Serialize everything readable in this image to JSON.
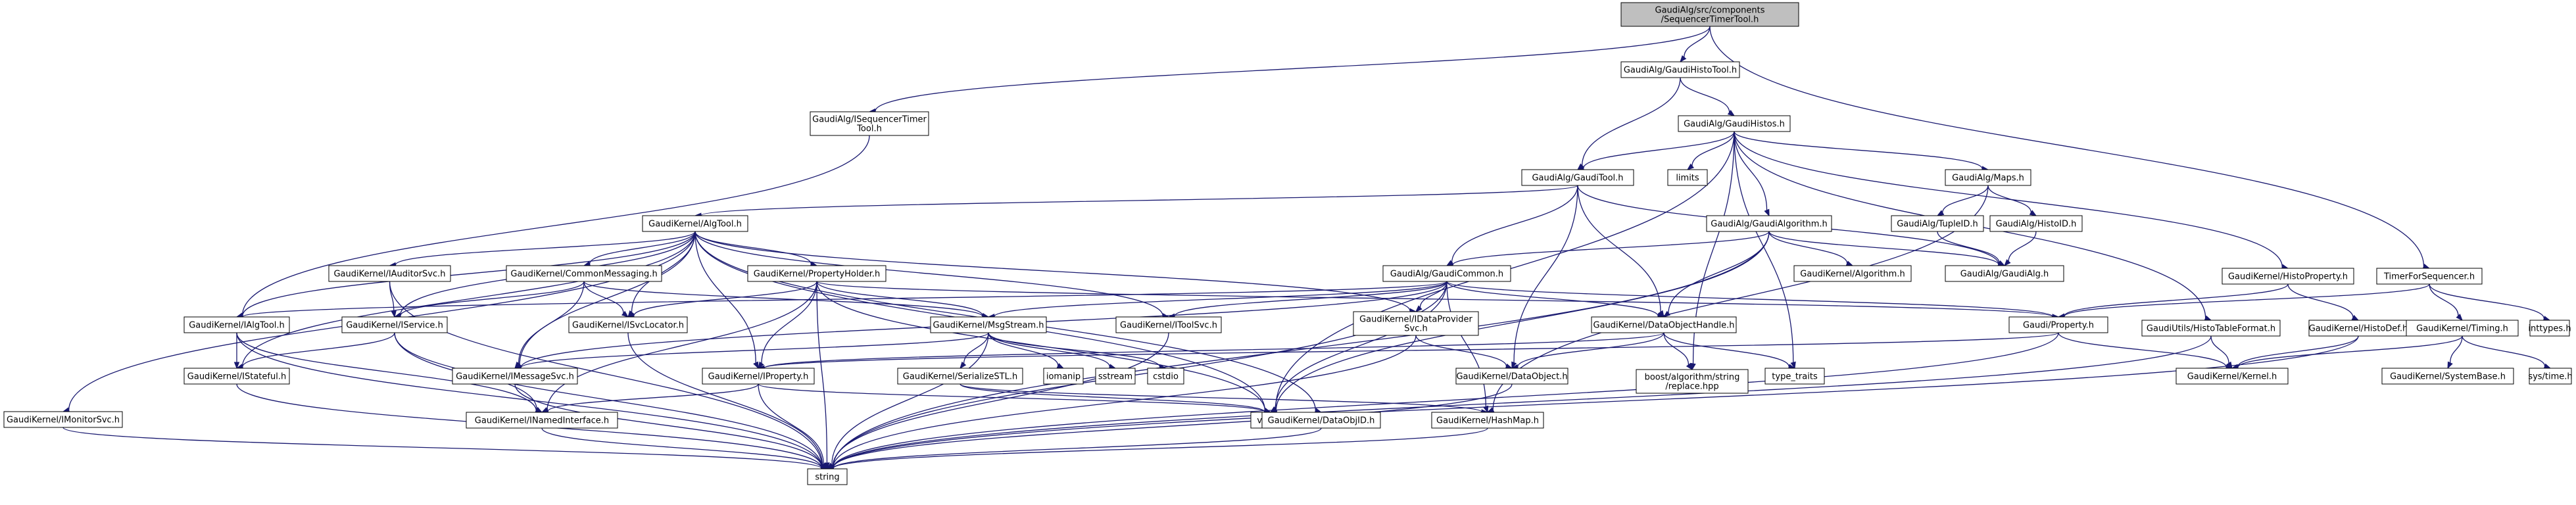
{
  "colors": {
    "root_fill": "#bfbfbf",
    "normal_border": "#000000",
    "missing_border": "#ff0000",
    "missing_text": "#000000",
    "edge": "#191970",
    "background": "#ffffff"
  },
  "nodes": [
    {
      "id": "root",
      "lines": [
        "GaudiAlg/src/components",
        "/SequencerTimerTool.h"
      ],
      "kind": "root"
    },
    {
      "id": "histotool",
      "lines": [
        "GaudiAlg/GaudiHistoTool.h"
      ],
      "kind": "normal"
    },
    {
      "id": "isequencer",
      "lines": [
        "GaudiAlg/ISequencerTimer",
        "Tool.h"
      ],
      "kind": "normal"
    },
    {
      "id": "timerforseq",
      "lines": [
        "TimerForSequencer.h"
      ],
      "kind": "normal"
    },
    {
      "id": "histos",
      "lines": [
        "GaudiAlg/GaudiHistos.h"
      ],
      "kind": "normal"
    },
    {
      "id": "gauditool",
      "lines": [
        "GaudiAlg/GaudiTool.h"
      ],
      "kind": "normal"
    },
    {
      "id": "limits",
      "lines": [
        "limits"
      ],
      "kind": "system"
    },
    {
      "id": "maps",
      "lines": [
        "GaudiAlg/Maps.h"
      ],
      "kind": "normal"
    },
    {
      "id": "algtool",
      "lines": [
        "GaudiKernel/AlgTool.h"
      ],
      "kind": "missing"
    },
    {
      "id": "gaudialgorithm",
      "lines": [
        "GaudiAlg/GaudiAlgorithm.h"
      ],
      "kind": "normal"
    },
    {
      "id": "tupleid",
      "lines": [
        "GaudiAlg/TupleID.h"
      ],
      "kind": "missing"
    },
    {
      "id": "histoid",
      "lines": [
        "GaudiAlg/HistoID.h"
      ],
      "kind": "missing"
    },
    {
      "id": "gaudialg",
      "lines": [
        "GaudiAlg/GaudiAlg.h"
      ],
      "kind": "normal"
    },
    {
      "id": "histoproperty",
      "lines": [
        "GaudiKernel/HistoProperty.h"
      ],
      "kind": "normal"
    },
    {
      "id": "algorithm",
      "lines": [
        "GaudiKernel/Algorithm.h"
      ],
      "kind": "missing"
    },
    {
      "id": "iauditorsvc",
      "lines": [
        "GaudiKernel/IAuditorSvc.h"
      ],
      "kind": "missing"
    },
    {
      "id": "commonmessaging",
      "lines": [
        "GaudiKernel/CommonMessaging.h"
      ],
      "kind": "missing"
    },
    {
      "id": "propertyholder",
      "lines": [
        "GaudiKernel/PropertyHolder.h"
      ],
      "kind": "missing"
    },
    {
      "id": "gaudicommon",
      "lines": [
        "GaudiAlg/GaudiCommon.h"
      ],
      "kind": "missing"
    },
    {
      "id": "histodef",
      "lines": [
        "GaudiKernel/HistoDef.h"
      ],
      "kind": "missing"
    },
    {
      "id": "ialgtool",
      "lines": [
        "GaudiKernel/IAlgTool.h"
      ],
      "kind": "normal"
    },
    {
      "id": "iservice",
      "lines": [
        "GaudiKernel/IService.h"
      ],
      "kind": "normal"
    },
    {
      "id": "isvclocator",
      "lines": [
        "GaudiKernel/ISvcLocator.h"
      ],
      "kind": "missing"
    },
    {
      "id": "msgstream",
      "lines": [
        "GaudiKernel/MsgStream.h"
      ],
      "kind": "normal"
    },
    {
      "id": "itoolsvc",
      "lines": [
        "GaudiKernel/IToolSvc.h"
      ],
      "kind": "missing"
    },
    {
      "id": "idataprovider",
      "lines": [
        "GaudiKernel/IDataProvider",
        "Svc.h"
      ],
      "kind": "missing"
    },
    {
      "id": "dataobjecthandle",
      "lines": [
        "GaudiKernel/DataObjectHandle.h"
      ],
      "kind": "missing"
    },
    {
      "id": "histotableformat",
      "lines": [
        "GaudiUtils/HistoTableFormat.h"
      ],
      "kind": "normal"
    },
    {
      "id": "gaudiproperty",
      "lines": [
        "Gaudi/Property.h"
      ],
      "kind": "missing"
    },
    {
      "id": "timing",
      "lines": [
        "GaudiKernel/Timing.h"
      ],
      "kind": "normal"
    },
    {
      "id": "inttypes",
      "lines": [
        "inttypes.h"
      ],
      "kind": "system"
    },
    {
      "id": "imonitorsvc",
      "lines": [
        "GaudiKernel/IMonitorSvc.h"
      ],
      "kind": "missing"
    },
    {
      "id": "istateful",
      "lines": [
        "GaudiKernel/IStateful.h"
      ],
      "kind": "missing"
    },
    {
      "id": "imessagesvc",
      "lines": [
        "GaudiKernel/IMessageSvc.h"
      ],
      "kind": "missing"
    },
    {
      "id": "iproperty",
      "lines": [
        "GaudiKernel/IProperty.h"
      ],
      "kind": "missing"
    },
    {
      "id": "serializestl",
      "lines": [
        "GaudiKernel/SerializeSTL.h"
      ],
      "kind": "missing"
    },
    {
      "id": "iomanip",
      "lines": [
        "iomanip"
      ],
      "kind": "system"
    },
    {
      "id": "sstream",
      "lines": [
        "sstream"
      ],
      "kind": "system"
    },
    {
      "id": "cstdio",
      "lines": [
        "cstdio"
      ],
      "kind": "system"
    },
    {
      "id": "dataobject",
      "lines": [
        "GaudiKernel/DataObject.h"
      ],
      "kind": "missing"
    },
    {
      "id": "boostreplace",
      "lines": [
        "boost/algorithm/string",
        "/replace.hpp"
      ],
      "kind": "system"
    },
    {
      "id": "typetraits",
      "lines": [
        "type_traits"
      ],
      "kind": "system"
    },
    {
      "id": "kernel",
      "lines": [
        "GaudiKernel/Kernel.h"
      ],
      "kind": "normal"
    },
    {
      "id": "systembase",
      "lines": [
        "GaudiKernel/SystemBase.h"
      ],
      "kind": "normal"
    },
    {
      "id": "systime",
      "lines": [
        "sys/time.h"
      ],
      "kind": "system"
    },
    {
      "id": "inamedinterface",
      "lines": [
        "GaudiKernel/INamedInterface.h"
      ],
      "kind": "missing"
    },
    {
      "id": "vector",
      "lines": [
        "vector"
      ],
      "kind": "system"
    },
    {
      "id": "dataobjid",
      "lines": [
        "GaudiKernel/DataObjID.h"
      ],
      "kind": "missing"
    },
    {
      "id": "hashmap",
      "lines": [
        "GaudiKernel/HashMap.h"
      ],
      "kind": "missing"
    },
    {
      "id": "string",
      "lines": [
        "string"
      ],
      "kind": "system"
    }
  ],
  "edges": [
    [
      "root",
      "histotool"
    ],
    [
      "root",
      "isequencer"
    ],
    [
      "root",
      "timerforseq"
    ],
    [
      "histotool",
      "histos"
    ],
    [
      "histotool",
      "gauditool"
    ],
    [
      "isequencer",
      "ialgtool"
    ],
    [
      "timerforseq",
      "gaudiproperty"
    ],
    [
      "timerforseq",
      "timing"
    ],
    [
      "timerforseq",
      "inttypes"
    ],
    [
      "histos",
      "limits"
    ],
    [
      "histos",
      "gauditool"
    ],
    [
      "histos",
      "maps"
    ],
    [
      "histos",
      "gaudialgorithm"
    ],
    [
      "histos",
      "histoproperty"
    ],
    [
      "histos",
      "histotableformat"
    ],
    [
      "histos",
      "boostreplace"
    ],
    [
      "histos",
      "typetraits"
    ],
    [
      "histos",
      "vector"
    ],
    [
      "gauditool",
      "algtool"
    ],
    [
      "gauditool",
      "gaudicommon"
    ],
    [
      "gauditool",
      "gaudialg"
    ],
    [
      "gauditool",
      "dataobjecthandle"
    ],
    [
      "gauditool",
      "dataobject"
    ],
    [
      "maps",
      "tupleid"
    ],
    [
      "maps",
      "histoid"
    ],
    [
      "maps",
      "hashmap"
    ],
    [
      "tupleid",
      "gaudialg"
    ],
    [
      "histoid",
      "gaudialg"
    ],
    [
      "gaudialgorithm",
      "gaudicommon"
    ],
    [
      "gaudialgorithm",
      "algorithm"
    ],
    [
      "gaudialgorithm",
      "gaudialg"
    ],
    [
      "gaudialgorithm",
      "dataobjecthandle"
    ],
    [
      "gaudialgorithm",
      "vector"
    ],
    [
      "gaudialgorithm",
      "string"
    ],
    [
      "histoproperty",
      "histodef"
    ],
    [
      "histoproperty",
      "gaudiproperty"
    ],
    [
      "histodef",
      "kernel"
    ],
    [
      "histodef",
      "string"
    ],
    [
      "algtool",
      "imonitorsvc"
    ],
    [
      "algtool",
      "iauditorsvc"
    ],
    [
      "algtool",
      "commonmessaging"
    ],
    [
      "algtool",
      "propertyholder"
    ],
    [
      "algtool",
      "ialgtool"
    ],
    [
      "algtool",
      "iservice"
    ],
    [
      "algtool",
      "isvclocator"
    ],
    [
      "algtool",
      "itoolsvc"
    ],
    [
      "algtool",
      "idataprovider"
    ],
    [
      "algtool",
      "iproperty"
    ],
    [
      "algtool",
      "istateful"
    ],
    [
      "algtool",
      "imessagesvc"
    ],
    [
      "algtool",
      "dataobjid"
    ],
    [
      "algtool",
      "vector"
    ],
    [
      "gaudicommon",
      "ialgtool"
    ],
    [
      "gaudicommon",
      "imessagesvc"
    ],
    [
      "gaudicommon",
      "idataprovider"
    ],
    [
      "gaudicommon",
      "itoolsvc"
    ],
    [
      "gaudicommon",
      "dataobjecthandle"
    ],
    [
      "gaudicommon",
      "msgstream"
    ],
    [
      "gaudicommon",
      "hashmap"
    ],
    [
      "gaudicommon",
      "vector"
    ],
    [
      "gaudicommon",
      "string"
    ],
    [
      "gaudicommon",
      "gaudiproperty"
    ],
    [
      "iauditorsvc",
      "iservice"
    ],
    [
      "iauditorsvc",
      "string"
    ],
    [
      "commonmessaging",
      "imessagesvc"
    ],
    [
      "commonmessaging",
      "msgstream"
    ],
    [
      "commonmessaging",
      "isvclocator"
    ],
    [
      "commonmessaging",
      "iservice"
    ],
    [
      "propertyholder",
      "msgstream"
    ],
    [
      "propertyholder",
      "iproperty"
    ],
    [
      "propertyholder",
      "inamedinterface"
    ],
    [
      "propertyholder",
      "isvclocator"
    ],
    [
      "propertyholder",
      "gaudiproperty"
    ],
    [
      "propertyholder",
      "vector"
    ],
    [
      "propertyholder",
      "string"
    ],
    [
      "ialgtool",
      "istateful"
    ],
    [
      "ialgtool",
      "inamedinterface"
    ],
    [
      "ialgtool",
      "string"
    ],
    [
      "iservice",
      "istateful"
    ],
    [
      "iservice",
      "inamedinterface"
    ],
    [
      "iservice",
      "string"
    ],
    [
      "isvclocator",
      "string"
    ],
    [
      "msgstream",
      "imessagesvc"
    ],
    [
      "msgstream",
      "serializestl"
    ],
    [
      "msgstream",
      "iomanip"
    ],
    [
      "msgstream",
      "sstream"
    ],
    [
      "msgstream",
      "cstdio"
    ],
    [
      "msgstream",
      "string"
    ],
    [
      "itoolsvc",
      "string"
    ],
    [
      "idataprovider",
      "dataobject"
    ],
    [
      "idataprovider",
      "string"
    ],
    [
      "dataobjecthandle",
      "dataobject"
    ],
    [
      "dataobjecthandle",
      "boostreplace"
    ],
    [
      "dataobjecthandle",
      "typetraits"
    ],
    [
      "dataobjecthandle",
      "iproperty"
    ],
    [
      "histotableformat",
      "kernel"
    ],
    [
      "histotableformat",
      "string"
    ],
    [
      "gaudiproperty",
      "iproperty"
    ],
    [
      "gaudiproperty",
      "kernel"
    ],
    [
      "gaudiproperty",
      "string"
    ],
    [
      "timing",
      "kernel"
    ],
    [
      "timing",
      "systembase"
    ],
    [
      "timing",
      "systime"
    ],
    [
      "imonitorsvc",
      "string"
    ],
    [
      "istateful",
      "string"
    ],
    [
      "imessagesvc",
      "string"
    ],
    [
      "iproperty",
      "inamedinterface"
    ],
    [
      "iproperty",
      "string"
    ],
    [
      "iproperty",
      "vector"
    ],
    [
      "serializestl",
      "vector"
    ],
    [
      "serializestl",
      "hashmap"
    ],
    [
      "dataobject",
      "string"
    ],
    [
      "inamedinterface",
      "string"
    ],
    [
      "dataobjid",
      "string"
    ],
    [
      "hashmap",
      "string"
    ]
  ]
}
